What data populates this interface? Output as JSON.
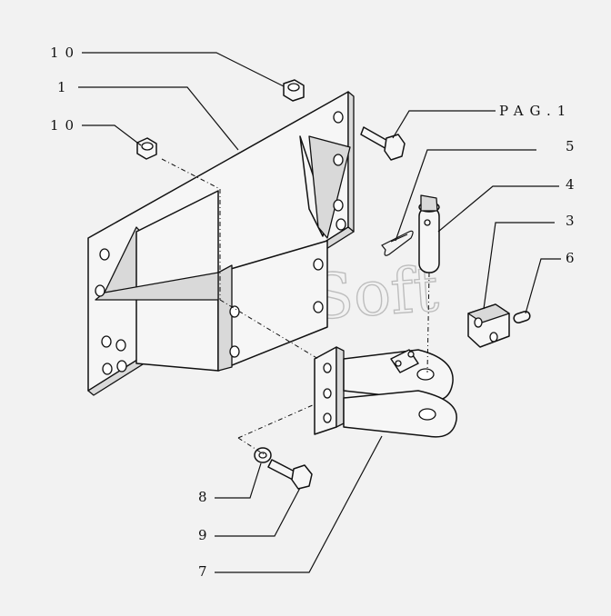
{
  "labels": {
    "l10a": "10",
    "l1": "1",
    "l10b": "10",
    "pag": "PAG.1",
    "l5": "5",
    "l4": "4",
    "l3": "3",
    "l6": "6",
    "l8": "8",
    "l9": "9",
    "l7": "7"
  },
  "watermark": "AutoSoft"
}
